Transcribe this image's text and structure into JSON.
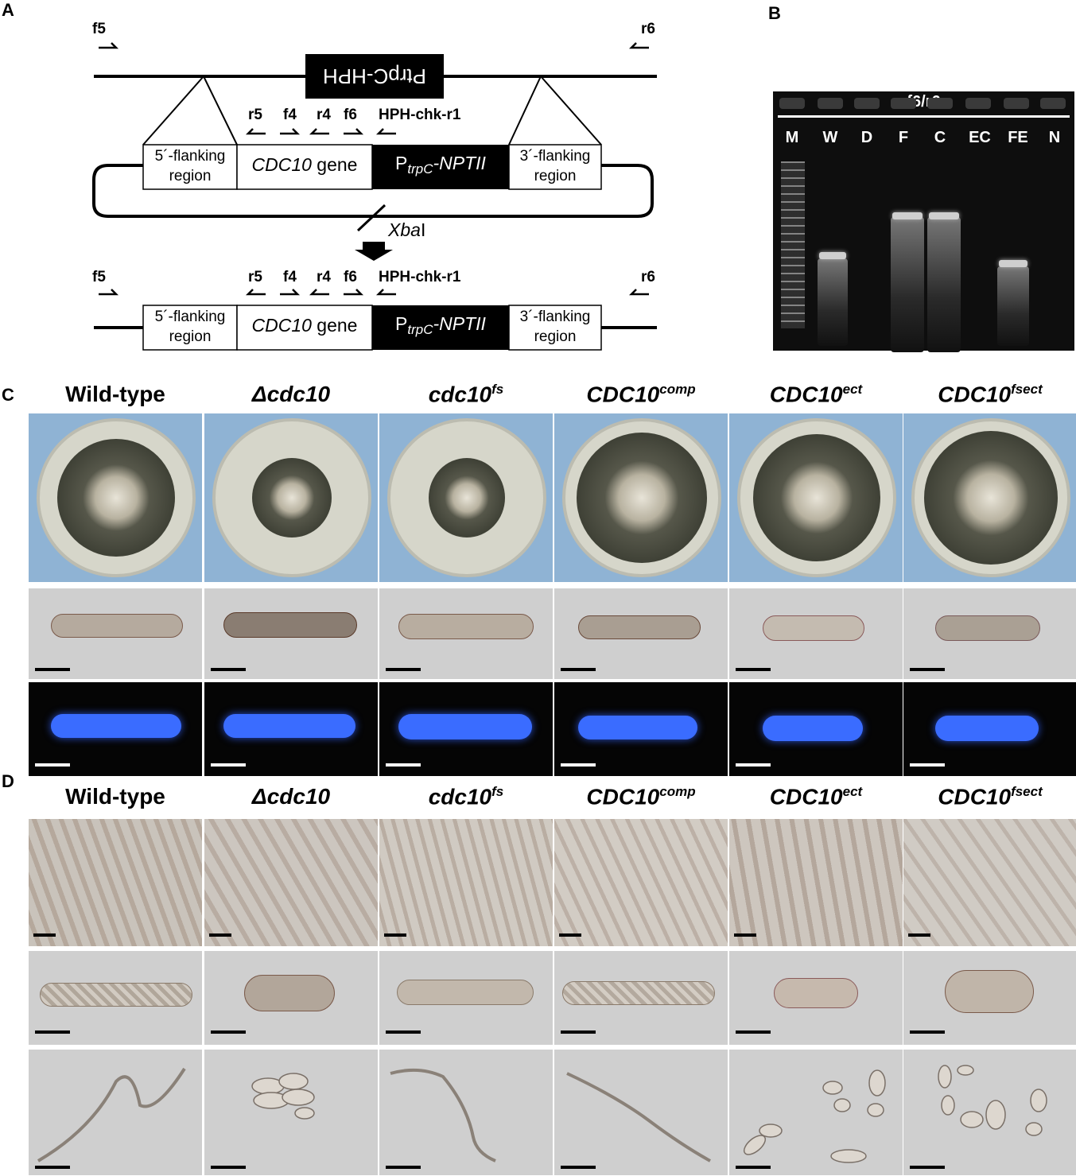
{
  "panel_labels": {
    "a": "A",
    "b": "B",
    "c": "C",
    "d": "D"
  },
  "panelA": {
    "primers_top": {
      "f5": "f5",
      "r6": "r6"
    },
    "insert_top": "PtrpC-HPH",
    "inner_primers": [
      "r5",
      "f4",
      "r4",
      "f6",
      "HPH-chk-r1"
    ],
    "box_5flank_line1": "5´-flanking",
    "box_5flank_line2": "region",
    "box_gene_italic": "CDC10",
    "box_gene_rest": " gene",
    "box_ptrpc_P": "P",
    "box_ptrpc_sub": "trpC",
    "box_ptrpc_rest": "-NPTII",
    "box_3flank_line1": "3´-flanking",
    "box_3flank_line2": "region",
    "enzyme_italic": "Xba",
    "enzyme_rest": "I",
    "primers_bottom": {
      "f5": "f5",
      "r6": "r6"
    }
  },
  "panelB": {
    "header": "f6/r6",
    "lanes": [
      "M",
      "W",
      "D",
      "F",
      "C",
      "EC",
      "FE",
      "N"
    ]
  },
  "strains": [
    {
      "base": "Wild-type",
      "sup": "",
      "italic": false
    },
    {
      "base": "Δcdc10",
      "sup": "",
      "italic": true
    },
    {
      "base": "cdc10",
      "sup": "fs",
      "italic": true
    },
    {
      "base": "CDC10",
      "sup": "comp",
      "italic": true
    },
    {
      "base": "CDC10",
      "sup": "ect",
      "italic": true
    },
    {
      "base": "CDC10",
      "sup": "fsect",
      "italic": true
    }
  ],
  "colors": {
    "plate_bg": "#8fb3d4",
    "dic_bg": "#cfcfcf",
    "fluor": "#3a6cff"
  }
}
